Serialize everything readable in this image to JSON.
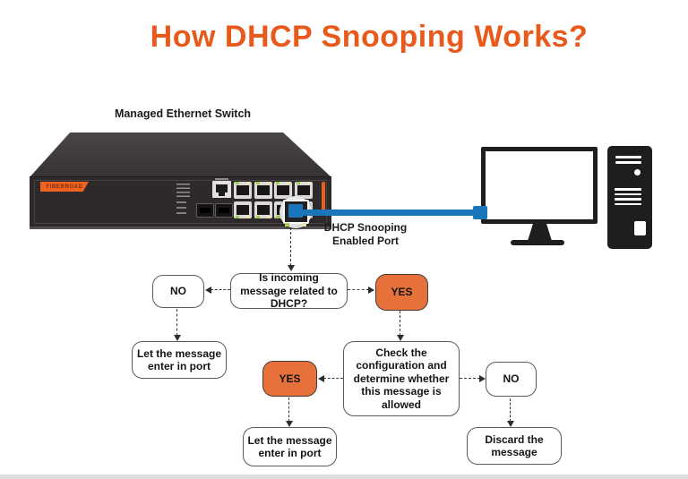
{
  "title": "How DHCP Snooping Works?",
  "colors": {
    "title_orange": "#E8591B",
    "yes_box_orange": "#E6713B",
    "cable_blue": "#1A75BB",
    "brand_badge_orange": "#F06321",
    "switch_body": "#2E2A2B"
  },
  "device": {
    "switch_label": "Managed Ethernet Switch",
    "brand": "FIBERROAD",
    "port_label": "DHCP Snooping Enabled Port"
  },
  "flowchart": {
    "question": "Is incoming message related to DHCP?",
    "no_branch": "NO",
    "yes_branch": "YES",
    "no_action": "Let the message enter in port",
    "check": "Check the configuration and determine whether this message is allowed",
    "check_yes": "YES",
    "check_no": "NO",
    "check_yes_action": "Let the message enter in port",
    "check_no_action": "Discard the message"
  }
}
